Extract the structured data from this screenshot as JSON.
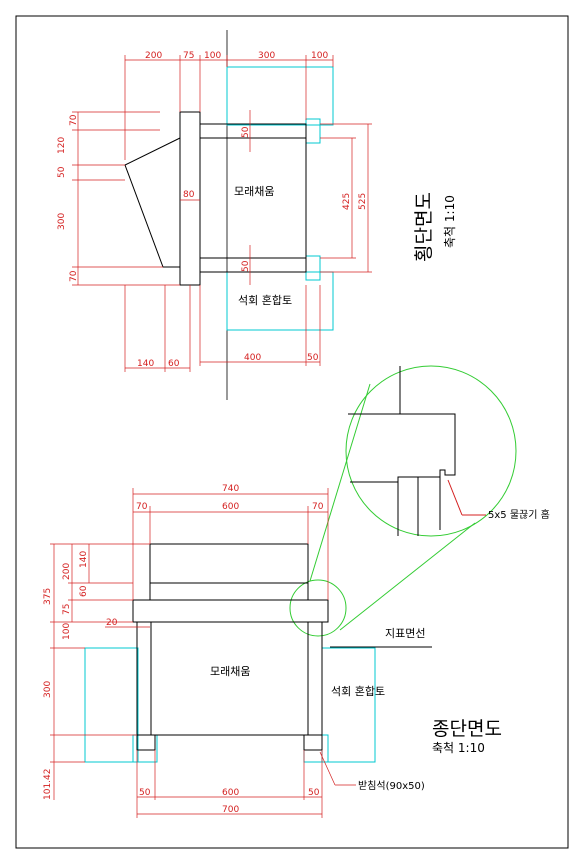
{
  "colors": {
    "dimension": "#d42020",
    "structure": "#000000",
    "concrete": "#00c8d0",
    "detail": "#33cc33"
  },
  "cross_section": {
    "title": "횡단면도",
    "scale": "축척 1:10",
    "fill_label": "모래채움",
    "concrete_label": "석회 혼합토",
    "top_dims": [
      "200",
      "75",
      "100",
      "300",
      "100"
    ],
    "left_dims": [
      "70",
      "120",
      "50",
      "300",
      "70"
    ],
    "inner_dims": [
      "50",
      "80",
      "50"
    ],
    "right_dims": [
      "425",
      "525"
    ],
    "bottom_dims": [
      "140",
      "60",
      "400",
      "50"
    ]
  },
  "longitudinal_section": {
    "title": "종단면도",
    "scale": "축척 1:10",
    "fill_label": "모래채움",
    "concrete_label": "석회 혼합토",
    "ground_label": "지표면선",
    "support_label": "받침석(90x50)",
    "top_dims": [
      "740",
      "70",
      "600",
      "70"
    ],
    "left_dims": [
      "375",
      "200",
      "140",
      "60",
      "75",
      "100",
      "300",
      "101.42"
    ],
    "inner_dims": [
      "20"
    ],
    "bottom_dims": [
      "50",
      "600",
      "50",
      "700"
    ]
  },
  "detail": {
    "groove_label": "5x5 물끊기 홈"
  }
}
